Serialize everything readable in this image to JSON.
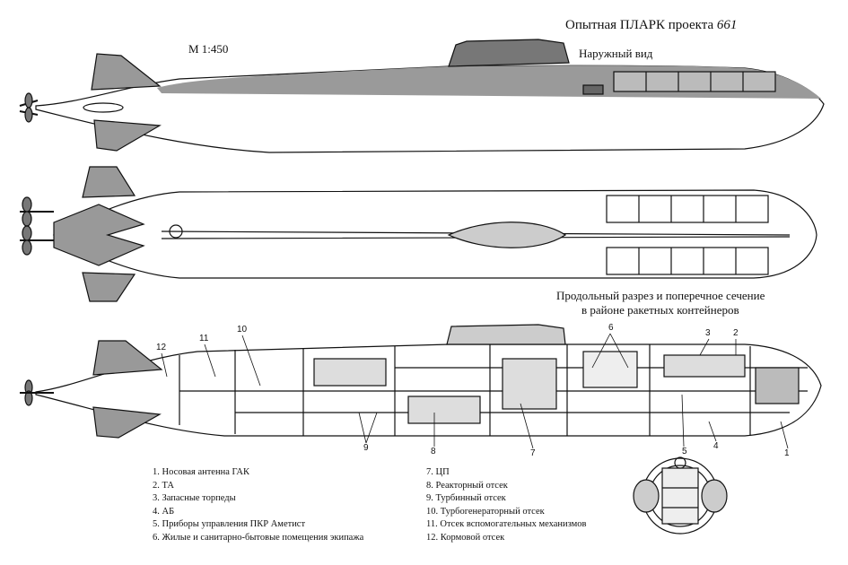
{
  "title": {
    "main": "Опытная ПЛАРК проекта",
    "project": "661"
  },
  "scale": "М 1:450",
  "views": {
    "outer": "Наружный вид",
    "section_line1": "Продольный разрез и поперечное сечение",
    "section_line2": "в районе ракетных контейнеров"
  },
  "callouts": [
    "1",
    "2",
    "3",
    "4",
    "5",
    "6",
    "7",
    "8",
    "9",
    "10",
    "11",
    "12"
  ],
  "legend": [
    "1. Носовая антенна ГАК",
    "2. ТА",
    "3. Запасные торпеды",
    "4. АБ",
    "5. Приборы управления ПКР Аметист",
    "6. Жилые и санитарно-бытовые помещения экипажа",
    "7. ЦП",
    "8. Реакторный отсек",
    "9. Турбинный отсек",
    "10. Турбогенераторный отсек",
    "11. Отсек вспомогательных механизмов",
    "12. Кормовой отсек"
  ]
}
